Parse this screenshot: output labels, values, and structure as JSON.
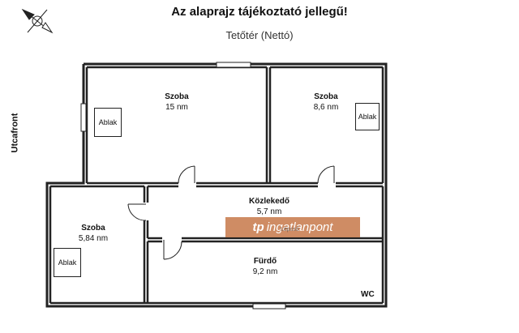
{
  "title": "Az alaprajz tájékoztató jellegű!",
  "subtitle": "Tetőtér (Nettó)",
  "street_label": "Utcafront",
  "rooms": [
    {
      "name": "Szoba",
      "area": "15 nm"
    },
    {
      "name": "Szoba",
      "area": "8,6 nm"
    },
    {
      "name": "Közlekedő",
      "area": "5,7 nm"
    },
    {
      "name": "Szoba",
      "area": "5,84 nm"
    },
    {
      "name": "Fürdő",
      "area": "9,2 nm"
    }
  ],
  "window_label": "Ablak",
  "wc_label": "WC",
  "watermark": {
    "brand": "ingatlanpont",
    "logo_mark": "tp",
    "overlay": "Lépcső"
  },
  "colors": {
    "wall": "#222222",
    "watermark": "#c7794a"
  }
}
